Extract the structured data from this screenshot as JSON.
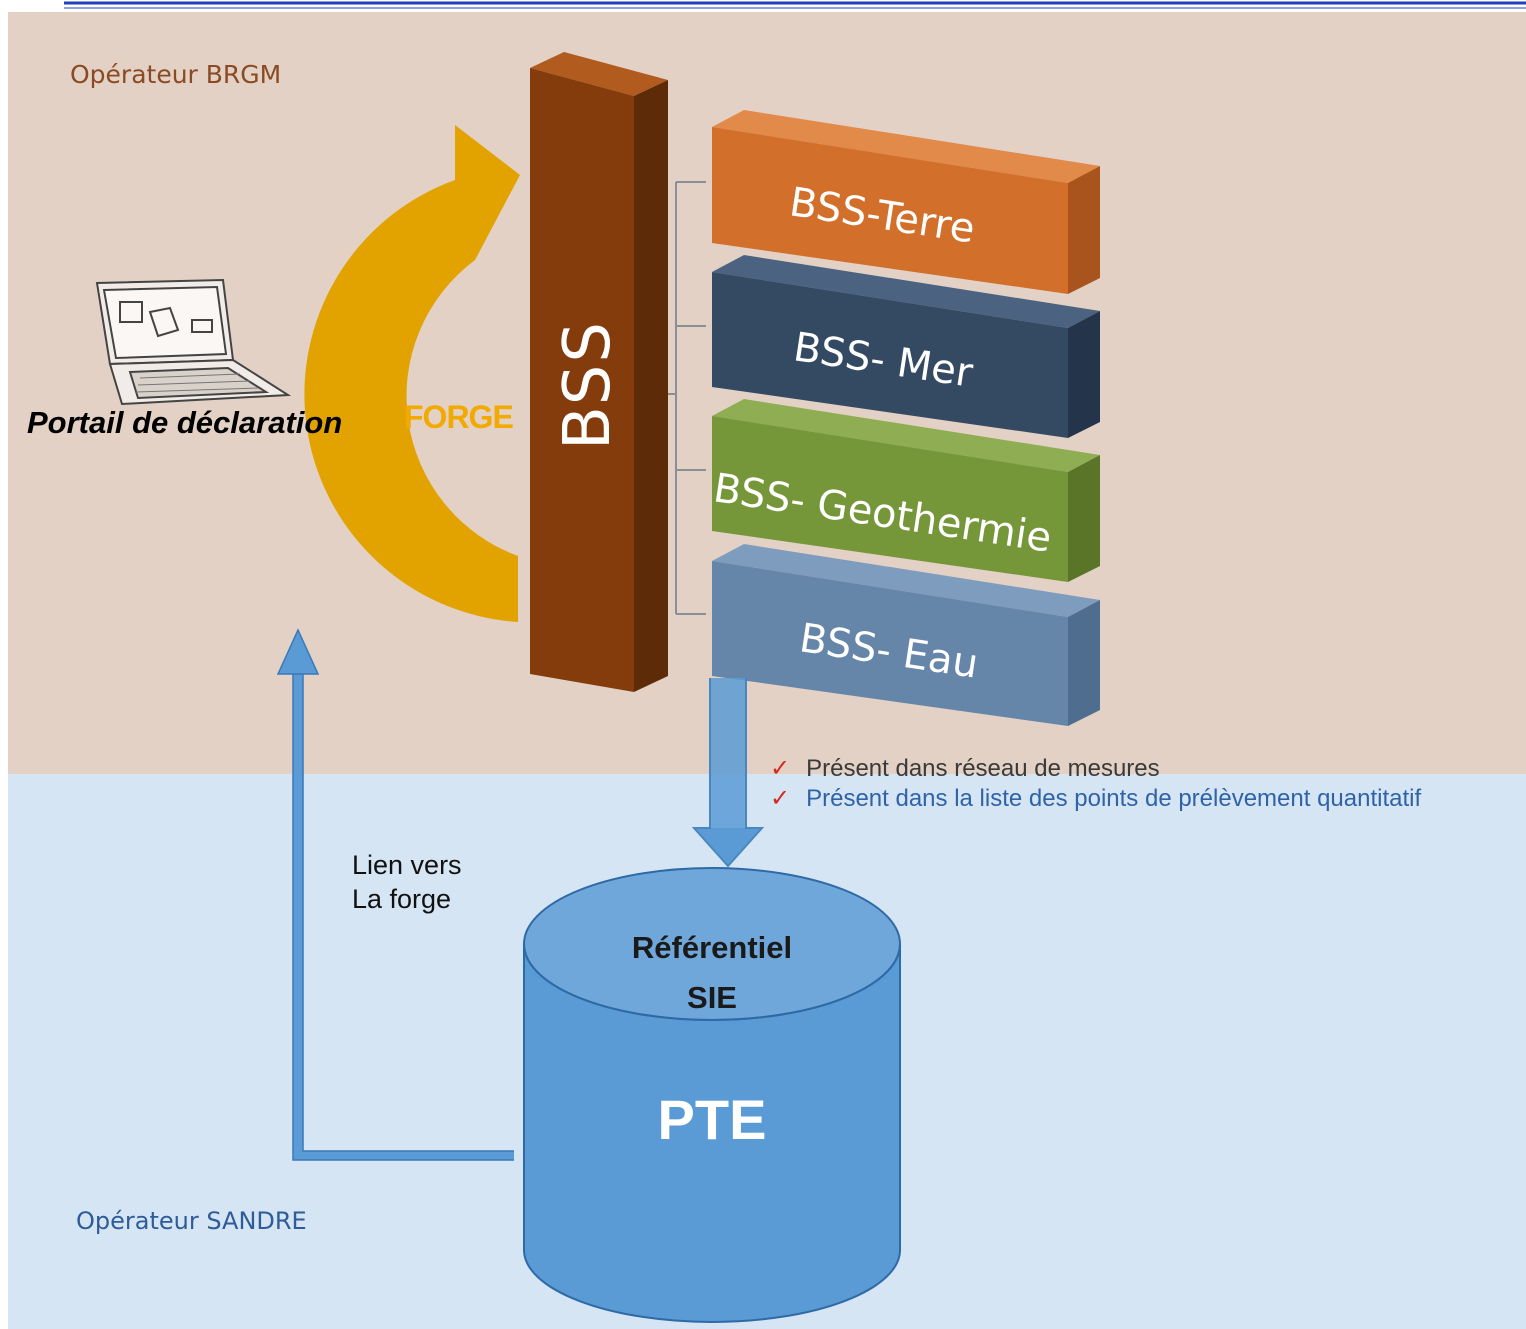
{
  "operators": {
    "brgm": "Opérateur BRGM",
    "sandre": "Opérateur SANDRE"
  },
  "portal_label": "Portail de déclaration",
  "forge_label": "FORGE",
  "bss_label": "BSS",
  "blocks": [
    {
      "label": "BSS-Terre",
      "color": "#d26f2a"
    },
    {
      "label": "BSS- Mer",
      "color": "#344a63"
    },
    {
      "label": "BSS- Geothermie",
      "color": "#76963a"
    },
    {
      "label": "BSS- Eau",
      "color": "#6586a9"
    }
  ],
  "checks": [
    "Présent dans réseau de mesures",
    "Présent dans la liste des points de prélèvement quantitatif"
  ],
  "link": {
    "line1": "Lien vers",
    "line2": "La forge"
  },
  "database": {
    "title": "Référentiel",
    "subtitle": "SIE",
    "name": "PTE"
  },
  "colors": {
    "brgm_bg": "#e2d1c4",
    "sandre_bg": "#d6e5f3",
    "bss_column": "#843c0c",
    "forge_arrow": "#e2a200",
    "cylinder": "#5b9bd5",
    "link_arrow": "#5b9bd5",
    "header_rule": "#1f3fbf"
  }
}
